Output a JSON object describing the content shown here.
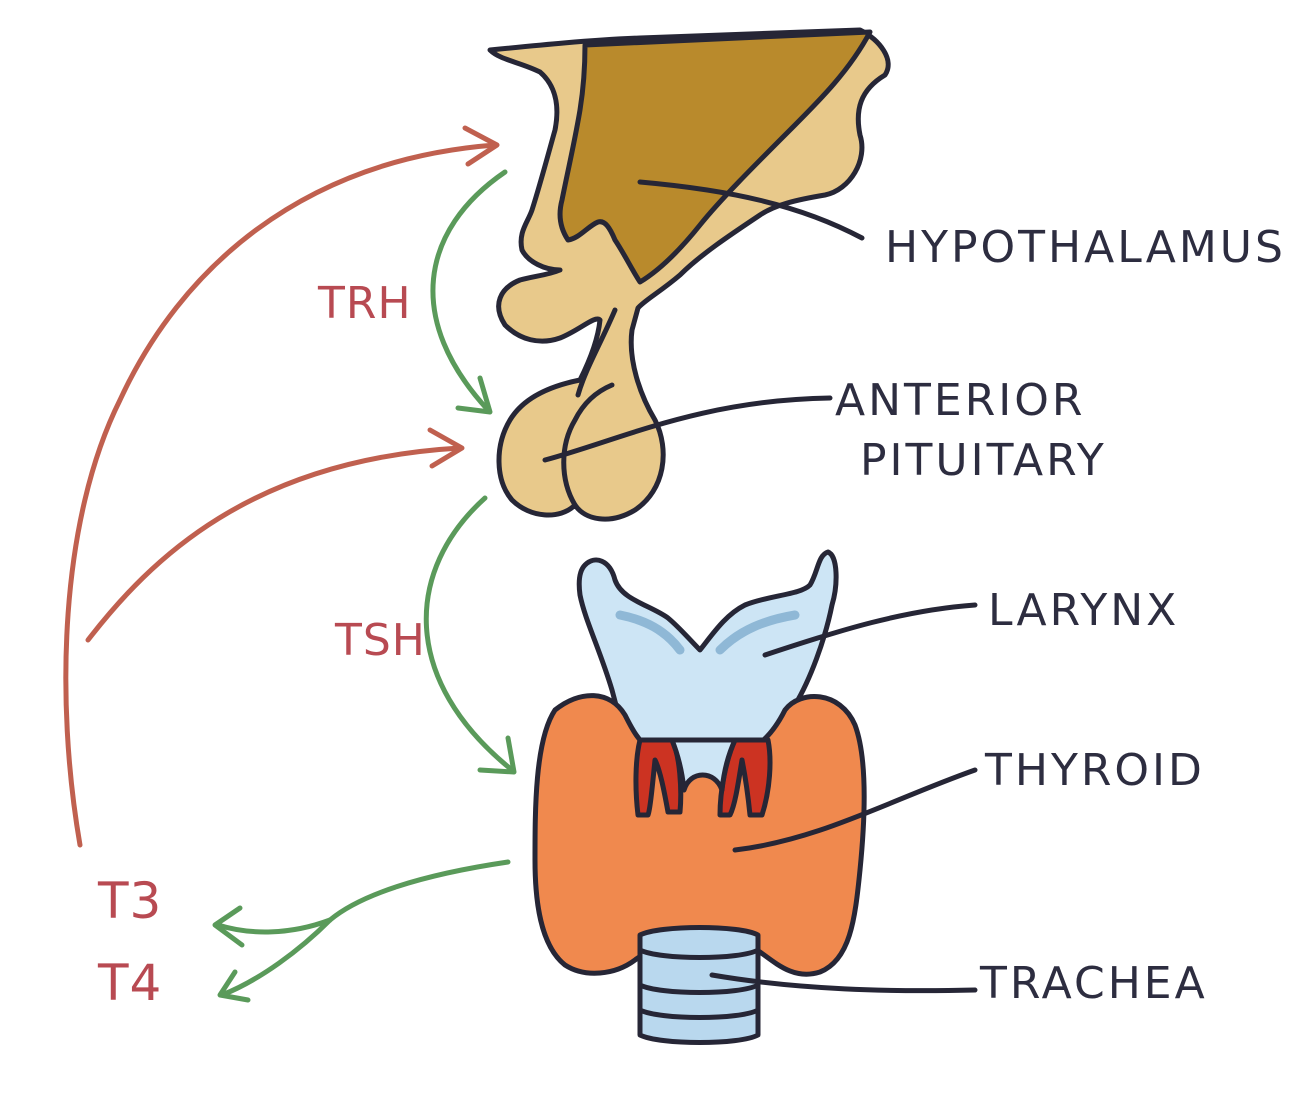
{
  "labels": {
    "hypothalamus": "HYPOTHALAMUS",
    "anterior_pituitary_line1": "ANTERIOR",
    "anterior_pituitary_line2": "PITUITARY",
    "larynx": "LARYNX",
    "thyroid": "THYROID",
    "trachea": "TRACHEA"
  },
  "hormones": {
    "trh": "TRH",
    "tsh": "TSH",
    "t3": "T3",
    "t4": "T4"
  },
  "colors": {
    "hypothalamus_fill": "#b98a2c",
    "brain_tissue_fill": "#e8c98b",
    "larynx_fill": "#cde5f5",
    "larynx_shade": "#8fb8d6",
    "thyroid_fill": "#f0894e",
    "thyroid_inner": "#cc3322",
    "trachea_fill": "#b9d8ee",
    "stimulation_arrow": "#5a9a5a",
    "feedback_arrow": "#c0604f",
    "label_ink": "#2d2d40",
    "hormone_label": "#b84a52"
  }
}
